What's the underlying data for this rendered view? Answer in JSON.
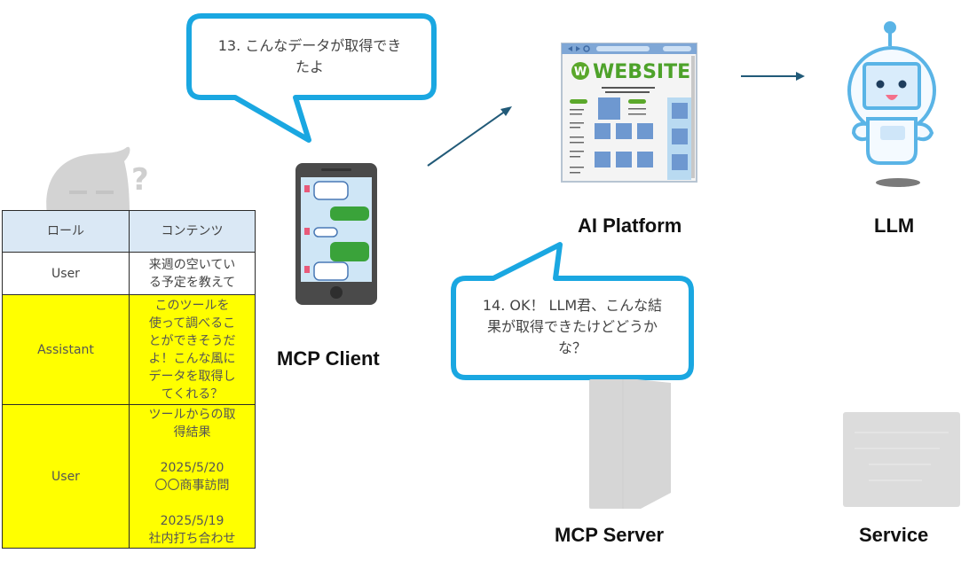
{
  "nodes": {
    "mcp_client": "MCP Client",
    "ai_platform": "AI Platform",
    "llm": "LLM",
    "mcp_server": "MCP Server",
    "service": "Service"
  },
  "bubbles": {
    "step13": "13. こんなデータが取得でき\nたよ",
    "step14": "14. OK！ LLM君、こんな結\n果が取得できたけどどうか\nな？"
  },
  "website_icon": {
    "title": "WEBSITE",
    "logo_letter": "W"
  },
  "table": {
    "headers": [
      "ロール",
      "コンテンツ"
    ],
    "rows": [
      {
        "role": "User",
        "content": "来週の空いてい\nる予定を教えて",
        "highlight": false
      },
      {
        "role": "Assistant",
        "content": "このツールを\n使って調べるこ\nとができそうだ\nよ！こんな風に\nデータを取得し\nてくれる？",
        "highlight": true
      },
      {
        "role": "User",
        "content": "ツールからの取\n得結果\n\n2025/5/20\n〇〇商事訪問\n\n2025/5/19\n社内打ち合わせ",
        "highlight": true
      }
    ]
  },
  "colors": {
    "bubble_border": "#1aa7e1",
    "arrow": "#215a78",
    "table_header": "#dae8f5",
    "highlight": "#ffff00",
    "disabled_icon": "#d6d6d6"
  }
}
